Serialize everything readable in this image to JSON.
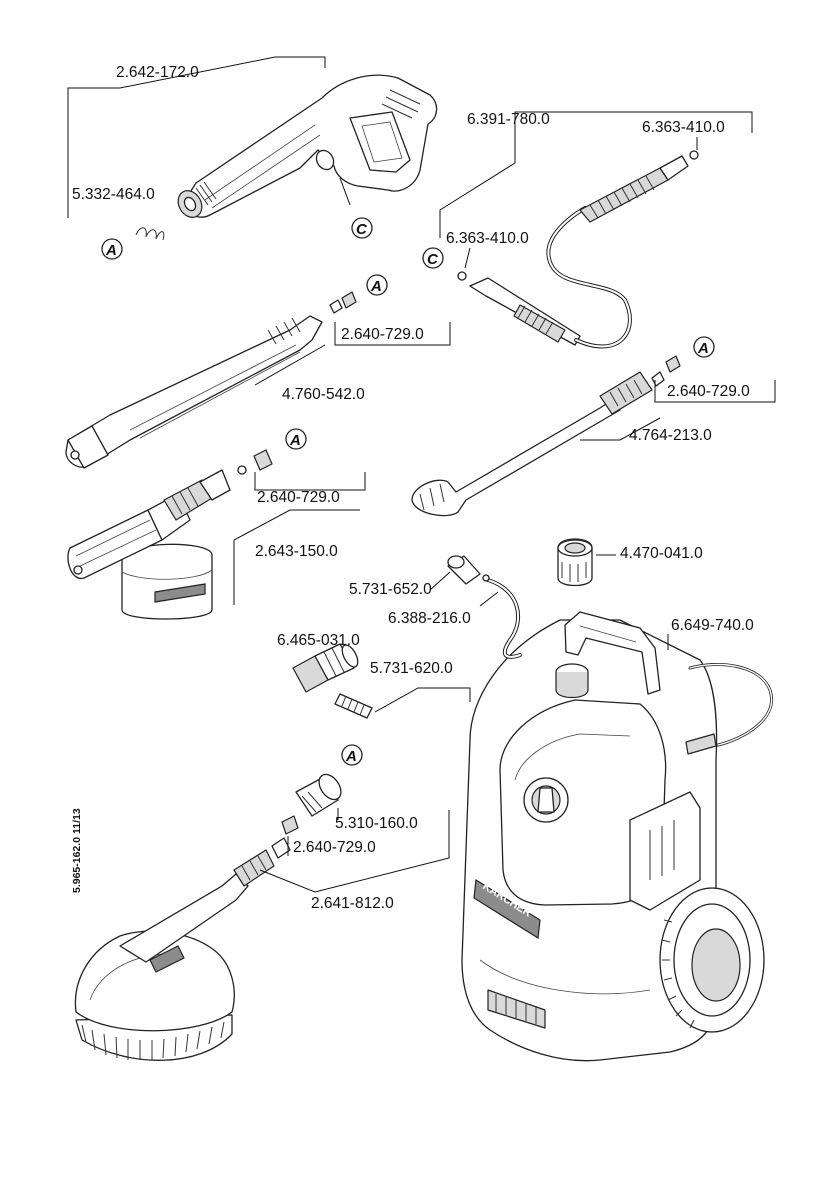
{
  "labels": {
    "trigger_gun": "2.642-172.0",
    "gun_fitting": "5.332-464.0",
    "hose_assembly": "6.391-780.0",
    "o_ring_top": "6.363-410.0",
    "o_ring_bottom": "6.363-410.0",
    "lance_oring_1": "2.640-729.0",
    "spray_lance_short": "4.760-542.0",
    "lance_oring_2": "2.640-729.0",
    "spray_lance_long": "4.764-213.0",
    "foam_oring": "2.640-729.0",
    "foam_nozzle": "2.643-150.0",
    "inlet_filter_cap": "5.731-652.0",
    "hose_guide": "6.388-216.0",
    "hose_outlet": "4.470-041.0",
    "connector": "6.465-031.0",
    "filter": "5.731-620.0",
    "power_cable": "6.649-740.0",
    "adapter": "5.310-160.0",
    "brush_oring": "2.640-729.0",
    "wash_brush": "2.641-812.0"
  },
  "refs": {
    "a": "A",
    "c": "C"
  },
  "doc_code": "5.965-162.0  11/13",
  "brand": "KÄRCHER",
  "colors": {
    "line": "#111111",
    "part_fill": "#ffffff",
    "shade": "#d9d9d9"
  }
}
